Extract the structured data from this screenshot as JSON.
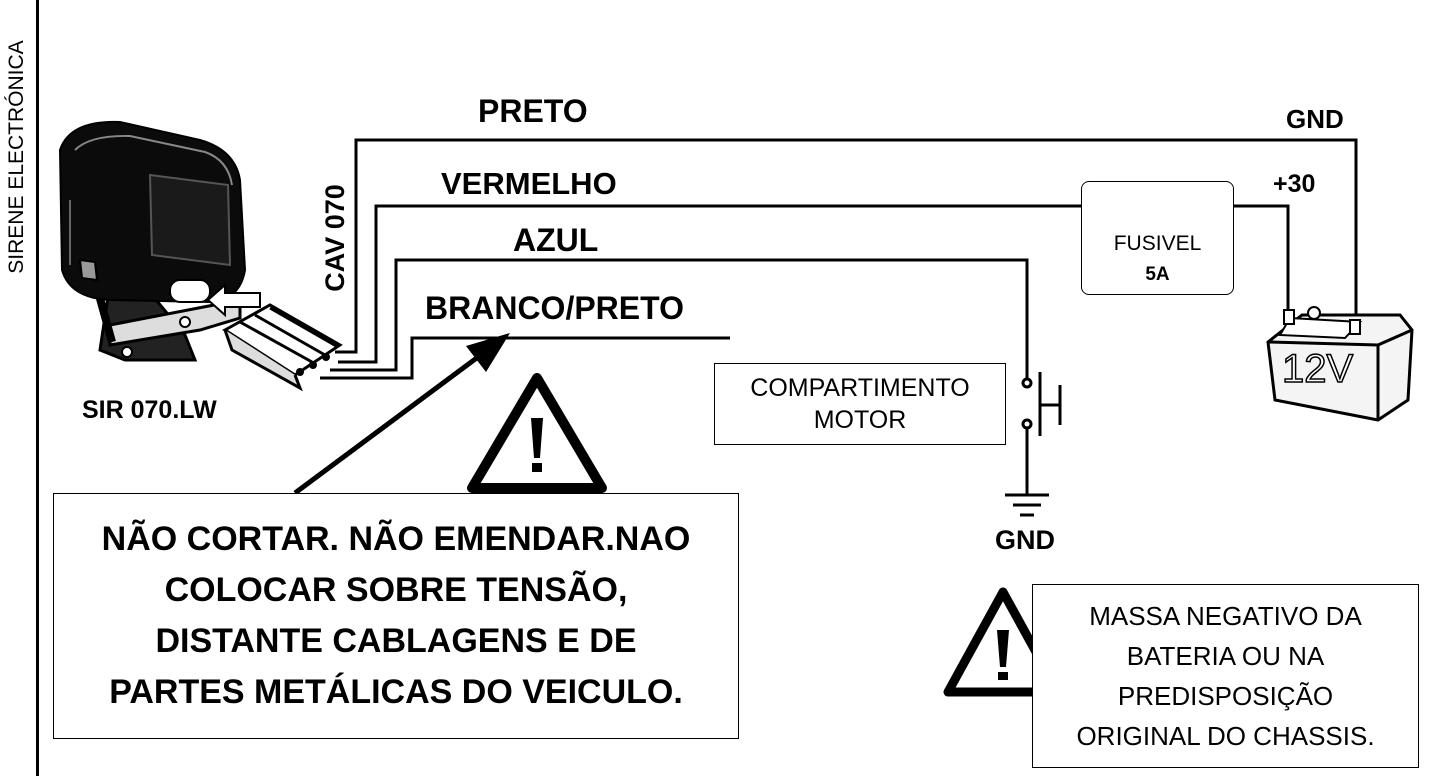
{
  "side_label": "SIRENE ELECTRÓNICA",
  "wires": {
    "preto": "PRETO",
    "vermelho": "VERMELHO",
    "azul": "AZUL",
    "branco_preto": "BRANCO/PRETO"
  },
  "cable_label": "CAV 070",
  "device_label": "SIR 070.LW",
  "fuse": {
    "label": "FUSIVEL",
    "rating": "5A"
  },
  "battery": {
    "gnd": "GND",
    "plus": "+30",
    "voltage": "12V"
  },
  "switch_box": {
    "line1": "COMPARTIMENTO",
    "line2": "MOTOR"
  },
  "ground_label": "GND",
  "warning": {
    "lines": [
      "NÃO CORTAR. NÃO EMENDAR.NAO",
      "COLOCAR SOBRE TENSÃO,",
      "DISTANTE CABLAGENS E DE",
      "PARTES METÁLICAS DO VEICULO."
    ]
  },
  "massa_note": {
    "lines": [
      "MASSA  NEGATIVO DA",
      "BATERIA OU NA",
      "PREDISPOSIÇÃO",
      "ORIGINAL DO CHASSIS."
    ]
  },
  "colors": {
    "line": "#000000",
    "background": "#ffffff"
  }
}
